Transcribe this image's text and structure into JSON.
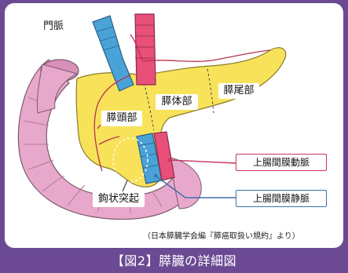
{
  "labels": {
    "portal_vein": "門脈",
    "pancreas_head": "膵頭部",
    "pancreas_body": "膵体部",
    "pancreas_tail": "膵尾部",
    "uncinate_process": "鉤状突起",
    "sma": "上腸間膜動脈",
    "smv": "上腸間膜静脈"
  },
  "source": "（日本膵臓学会編『膵癌取扱い規約』より）",
  "caption": "【図2】膵臓の詳細図",
  "colors": {
    "pancreas": "#f7e25a",
    "duodenum": "#e8a8cc",
    "portal_vein": "#4aa3d8",
    "artery": "#e8507a",
    "sma_box_border": "#c8365a",
    "smv_box_border": "#3e6fb0",
    "caption_bg": "#6b4a93"
  }
}
